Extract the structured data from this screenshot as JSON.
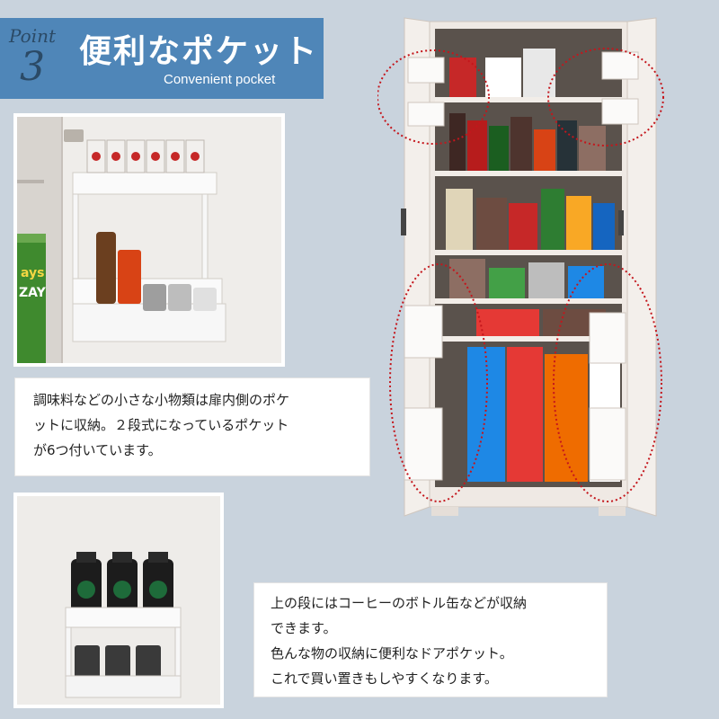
{
  "banner": {
    "point_word": "Point",
    "point_number": "3",
    "title": "便利なポケット",
    "subtitle": "Convenient pocket"
  },
  "description_top": {
    "lines": [
      "調味料などの小さな小物類は扉内側のポケ",
      "ットに収納。２段式になっているポケット",
      "が6つ付いています。"
    ]
  },
  "description_bottom": {
    "lines": [
      "上の段にはコーヒーのボトル缶などが収納",
      "できます。",
      "色んな物の収納に便利なドアポケット。",
      "これで買い置きもしやすくなります。"
    ]
  },
  "photo_door_pocket": {
    "can_label": "ays",
    "can_label2": "ZAY"
  },
  "photo_bottle_pocket": {},
  "cabinet": {
    "door_pocket_count": 6
  },
  "colors": {
    "background": "#c9d3dd",
    "banner": "#4f86b8",
    "highlight_dots": "#c4161c"
  },
  "icons": {
    "red_dotted_ellipse": "highlight-circle-icon"
  }
}
